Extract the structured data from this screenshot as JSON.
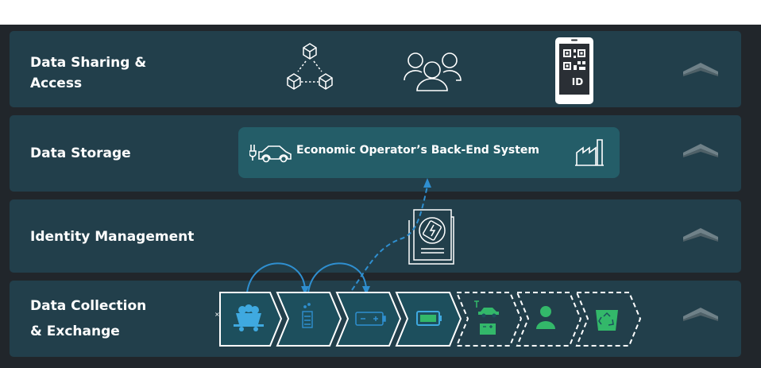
{
  "layers": [
    {
      "label_lines": [
        "Data Sharing &",
        "Access"
      ]
    },
    {
      "label_lines": [
        "Data Storage"
      ]
    },
    {
      "label_lines": [
        "Identity Management"
      ]
    },
    {
      "label_lines": [
        "Data Collection",
        "& Exchange"
      ]
    }
  ],
  "backend": {
    "label": "Economic Operator’s Back-End System"
  },
  "digital_id": {
    "text": "ID"
  },
  "icons": {
    "sharing": [
      "cubes-network-icon",
      "user-group-icon",
      "phone-qr-id-icon"
    ],
    "storage": [
      "electric-car-icon",
      "factory-icon"
    ],
    "identity": [
      "battery-passport-document-icon"
    ],
    "value_chain": [
      "mining-cart-icon",
      "chemical-processing-icon",
      "battery-cell-icon",
      "battery-pack-icon",
      "ev-battery-install-icon",
      "user-icon",
      "recycling-bin-icon"
    ],
    "layer_controls": "chevron-up-icon"
  },
  "colors": {
    "background": "#21262b",
    "layer": "#223f4b",
    "backend_box": "#245d68",
    "arrow_blue": "#2f8fd0",
    "accent_green": "#33b86a",
    "step_fill": "#1d4f5d",
    "icon_cyan": "#3fa9e0"
  }
}
